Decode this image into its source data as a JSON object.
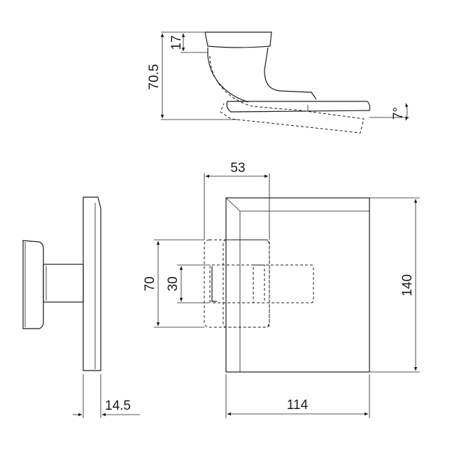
{
  "dimensions": {
    "top_height": "70.5",
    "knob_height": "17",
    "tilt_angle": "7°",
    "insert_width": "53",
    "outer_height": "70",
    "inner_height": "30",
    "plate_height": "140",
    "plate_thickness": "14.5",
    "plate_width": "114"
  }
}
